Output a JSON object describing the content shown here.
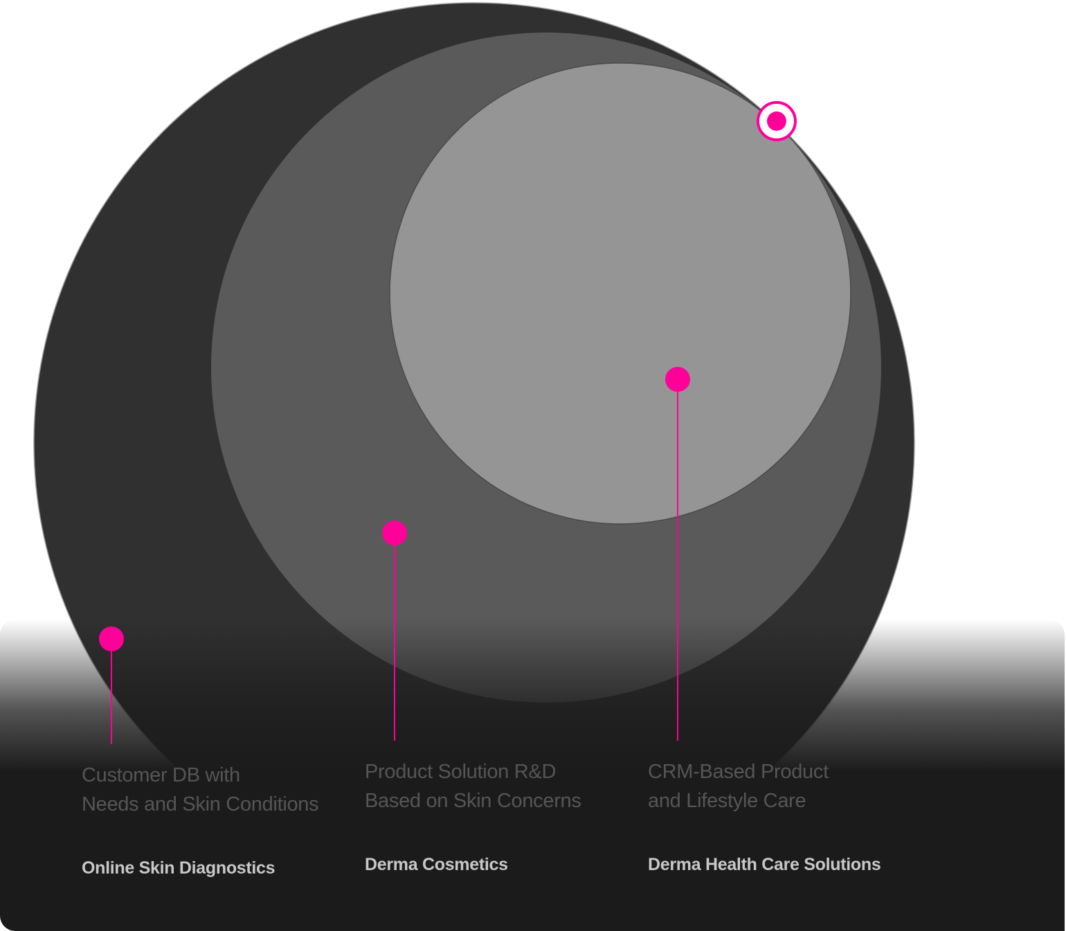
{
  "colors": {
    "accent": "#ff0099",
    "outer": "#303030",
    "middle": "#5a5a5a",
    "inner": "#959595",
    "panel": "#1b1b1b"
  },
  "items": [
    {
      "title_lines": [
        "Customer DB with",
        "Needs and Skin Conditions"
      ],
      "subtitle": "Online Skin Diagnostics"
    },
    {
      "title_lines": [
        "Product Solution R&D",
        "Based on Skin Concerns"
      ],
      "subtitle": "Derma Cosmetics"
    },
    {
      "title_lines": [
        "CRM-Based Product",
        "and Lifestyle Care"
      ],
      "subtitle": "Derma Health Care Solutions"
    }
  ]
}
